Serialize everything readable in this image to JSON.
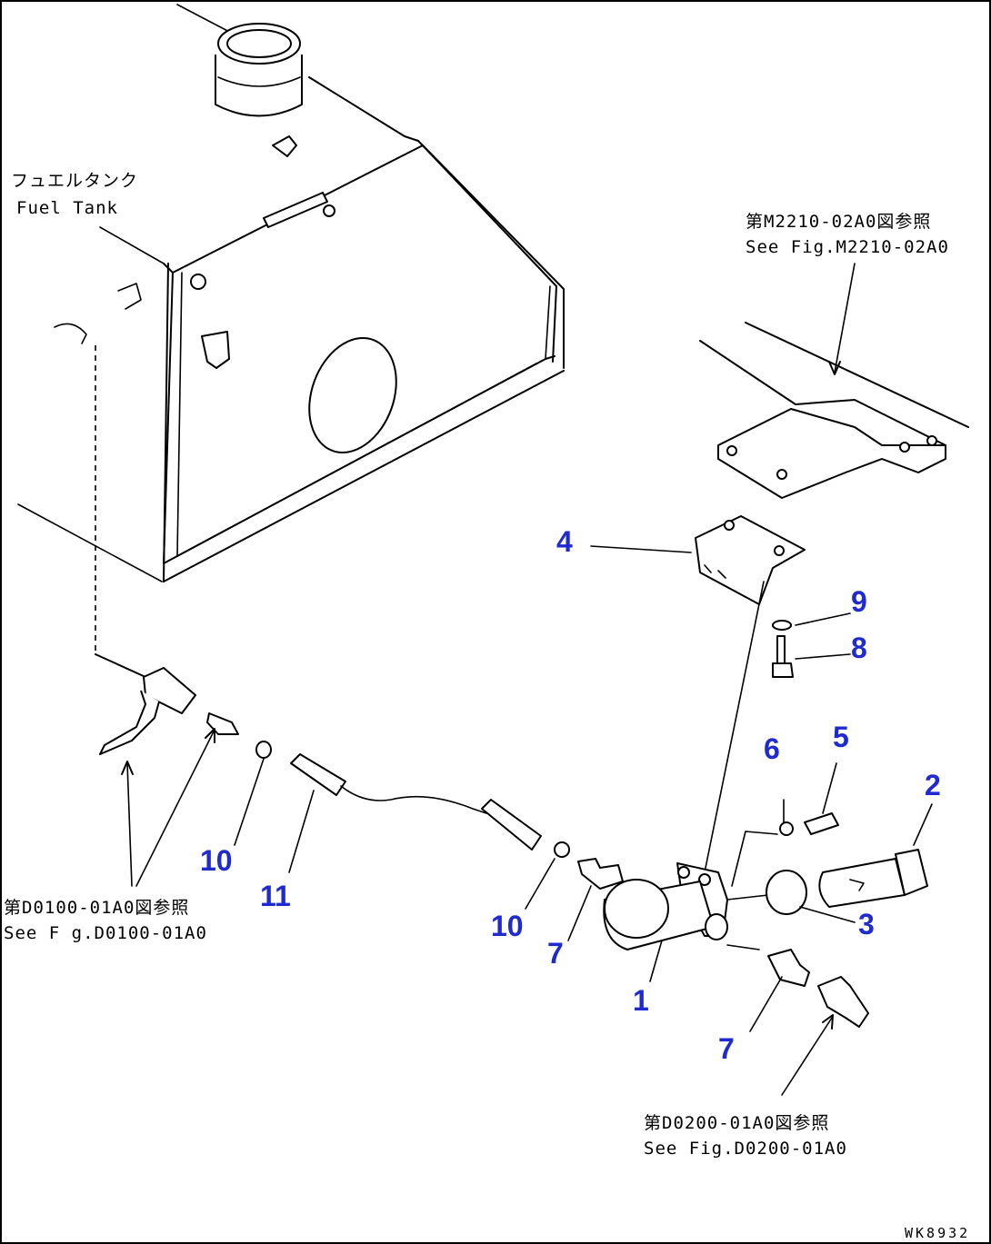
{
  "notes": {
    "fuel_tank_jp": "フュエルタンク",
    "fuel_tank_en": "Fuel Tank",
    "ref_m2210_jp": "第M2210-02A0図参照",
    "ref_m2210_en": "See Fig.M2210-02A0",
    "ref_d0100_jp": "第D0100-01A0図参照",
    "ref_d0100_en": "See F g.D0100-01A0",
    "ref_d0200_jp": "第D0200-01A0図参照",
    "ref_d0200_en": "See Fig.D0200-01A0"
  },
  "callouts": {
    "c1": "1",
    "c2": "2",
    "c3": "3",
    "c4": "4",
    "c5": "5",
    "c6": "6",
    "c7a": "7",
    "c7b": "7",
    "c8": "8",
    "c9": "9",
    "c10a": "10",
    "c10b": "10",
    "c11": "11"
  },
  "drawing_code": "WK8932",
  "colors": {
    "callout": "#1f2bd0",
    "line": "#000000"
  }
}
